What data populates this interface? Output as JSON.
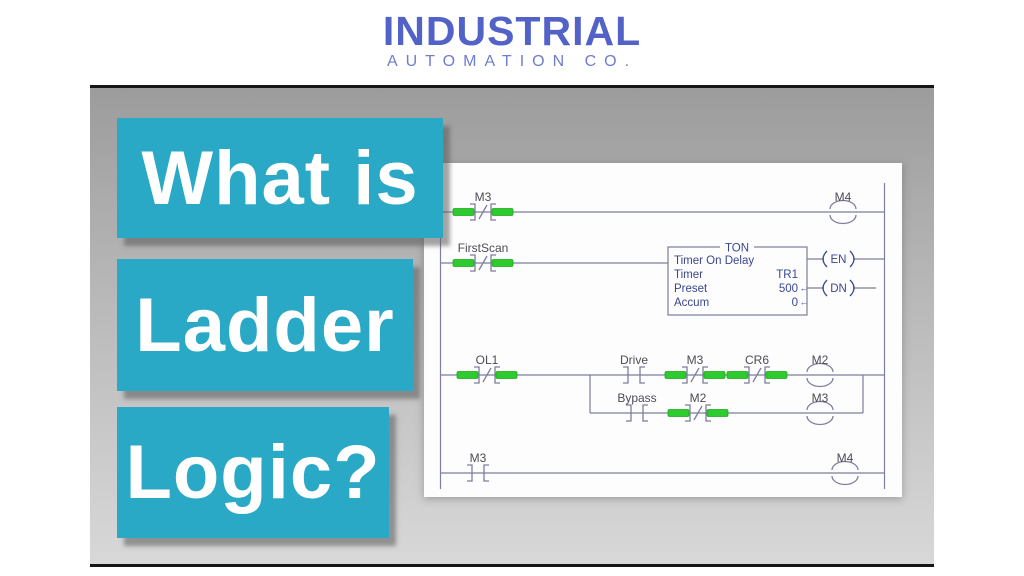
{
  "logo": {
    "title": "INDUSTRIAL",
    "subtitle": "AUTOMATION CO.",
    "color": "#5362c6"
  },
  "headline": {
    "lines": [
      "What is",
      "Ladder",
      "Logic?"
    ],
    "box_color": "#29a9c5",
    "text_color": "#ffffff"
  },
  "ladder": {
    "rung1": {
      "contact_label": "M3",
      "contact_type": "NC",
      "energized": true,
      "coil_label": "M4"
    },
    "rung2": {
      "contact_label": "FirstScan",
      "contact_type": "NC",
      "energized": true,
      "timer": {
        "header": "TON",
        "title": "Timer On Delay",
        "fields": [
          {
            "name": "Timer",
            "value": "TR1"
          },
          {
            "name": "Preset",
            "value": "500"
          },
          {
            "name": "Accum",
            "value": "0"
          }
        ],
        "arrow": "←",
        "outputs": [
          "EN",
          "DN"
        ]
      }
    },
    "rung3": {
      "contact_label": "OL1",
      "contact_type": "NC",
      "energized": true,
      "top_branch": {
        "contacts": [
          "Drive",
          "M3",
          "CR6"
        ],
        "contact_types": [
          "NO",
          "NC",
          "NC"
        ],
        "energized": [
          false,
          true,
          true
        ],
        "coil_label": "M2"
      },
      "bottom_branch": {
        "contacts": [
          "Bypass",
          "M2"
        ],
        "contact_types": [
          "NO",
          "NC"
        ],
        "energized": [
          false,
          true
        ],
        "coil_label": "M3"
      }
    },
    "rung4": {
      "contact_label": "M3",
      "contact_type": "NO",
      "energized": false,
      "coil_label": "M4"
    }
  },
  "colors": {
    "accent_teal": "#29a9c5",
    "logo_blue": "#5362c6",
    "energized_green": "#2dcb2d",
    "wire_gray": "#7e7e9e",
    "block_navy": "#3a478f",
    "stage_gray_top": "#9c9c9c",
    "stage_gray_bottom": "#d8d8d8"
  }
}
